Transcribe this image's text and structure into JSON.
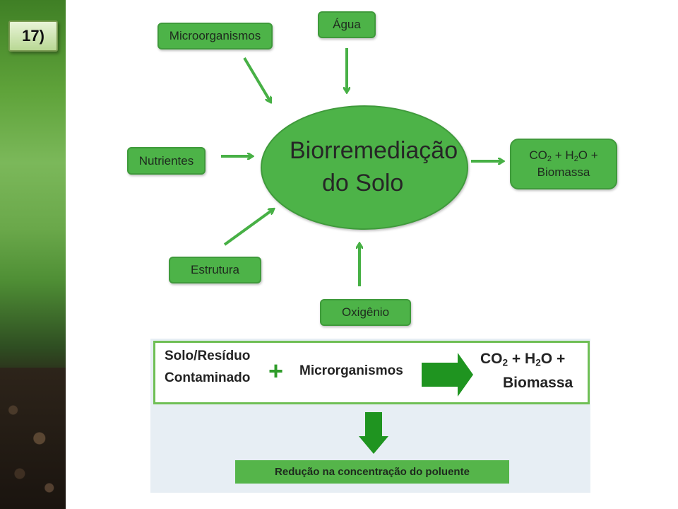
{
  "slide": {
    "number": "17)"
  },
  "diagram": {
    "center": {
      "line1": "Biorremediação",
      "line2": "do Solo"
    },
    "inputs": {
      "microorganismos": "Microorganismos",
      "agua": "Água",
      "nutrientes": "Nutrientes",
      "estrutura": "Estrutura",
      "oxigenio": "Oxigênio"
    },
    "output": {
      "co2_text": "CO",
      "co2_sub": "2",
      "plus1": " + H",
      "h2o_sub": "2",
      "h2o_rest": "O +",
      "line2": "Biomassa"
    }
  },
  "equation": {
    "reactant_line1": "Solo/Resíduo",
    "reactant_line2": "Contaminado",
    "plus": "+",
    "agent": "Microrganismos",
    "product_co2": "CO",
    "product_co2_sub": "2",
    "product_plus": " + H",
    "product_h2o_sub": "2",
    "product_h2o_rest": "O +",
    "product_line2": "Biomassa",
    "result": "Redução na concentração do  poluente"
  },
  "colors": {
    "box_green": "#4db348",
    "arrow_green": "#47b045",
    "dark_arrow_green": "#1f9420",
    "border_green": "#6fbf55"
  }
}
